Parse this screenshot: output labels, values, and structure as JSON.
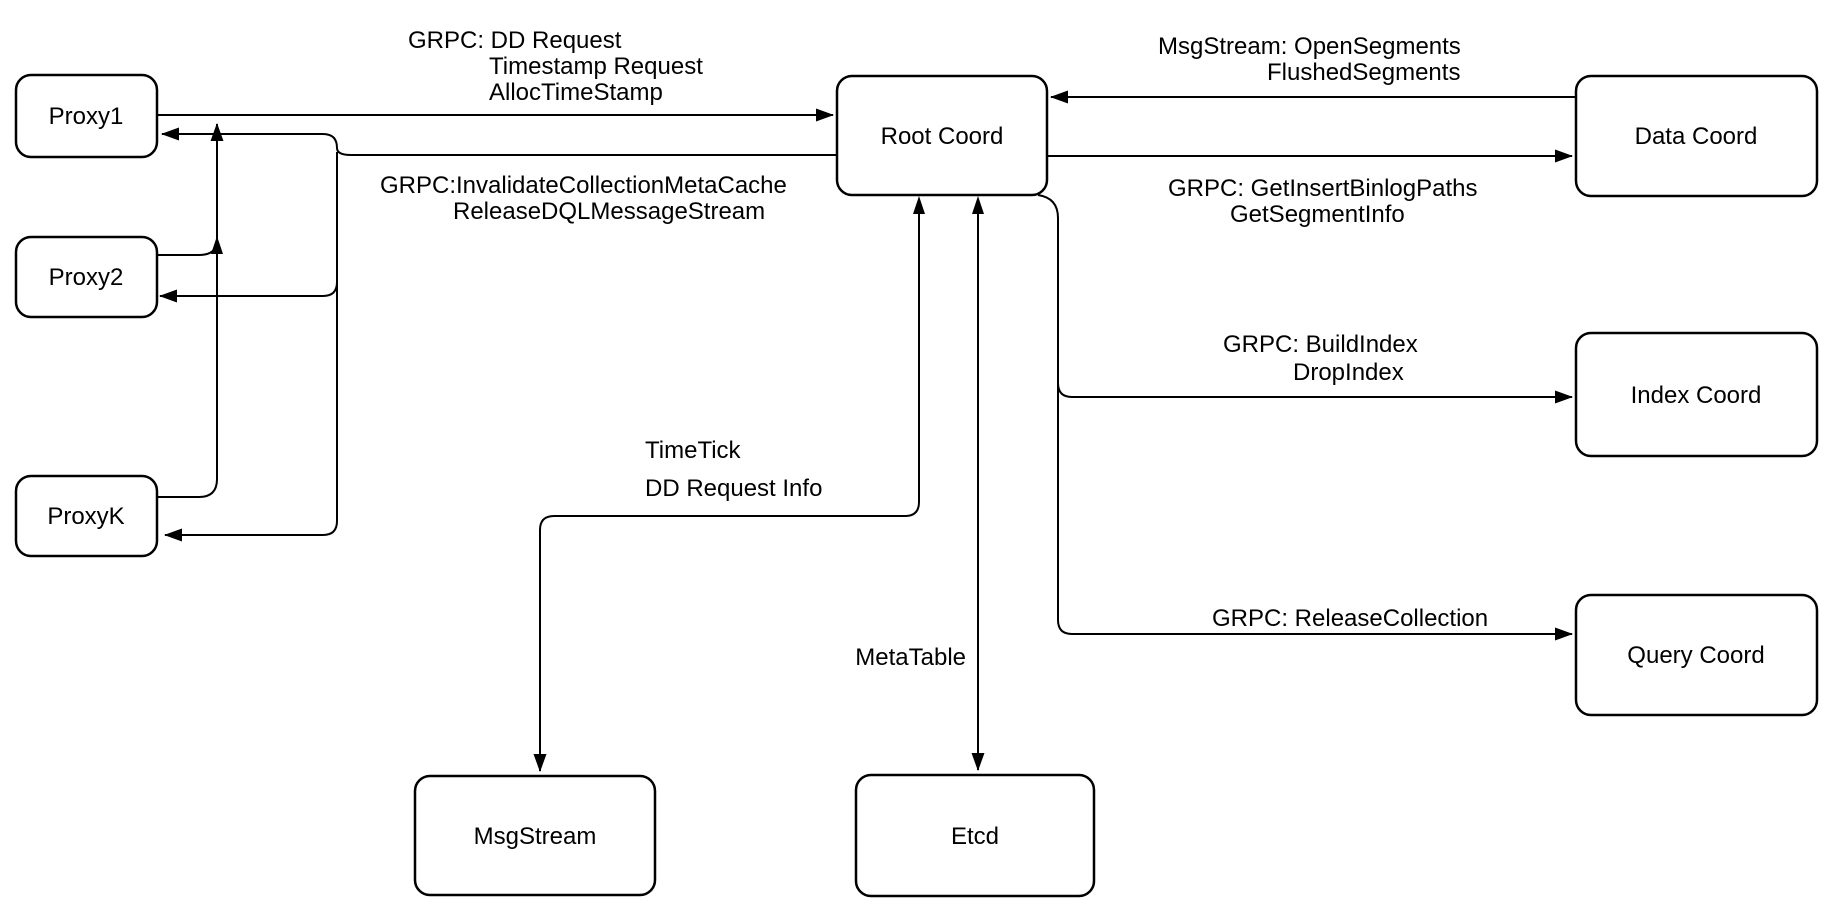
{
  "nodes": {
    "proxy1": {
      "label": "Proxy1"
    },
    "proxy2": {
      "label": "Proxy2"
    },
    "proxyk": {
      "label": "ProxyK"
    },
    "root_coord": {
      "label": "Root Coord"
    },
    "data_coord": {
      "label": "Data Coord"
    },
    "index_coord": {
      "label": "Index Coord"
    },
    "query_coord": {
      "label": "Query Coord"
    },
    "msg_stream": {
      "label": "MsgStream"
    },
    "etcd": {
      "label": "Etcd"
    }
  },
  "edges": {
    "proxies_to_root": {
      "labels": [
        "GRPC: DD Request",
        "Timestamp Request",
        "AllocTimeStamp"
      ]
    },
    "root_to_proxies": {
      "labels": [
        "GRPC:InvalidateCollectionMetaCache",
        "ReleaseDQLMessageStream"
      ]
    },
    "data_to_root": {
      "labels": [
        "MsgStream: OpenSegments",
        "FlushedSegments"
      ]
    },
    "root_to_data": {
      "labels": [
        "GRPC: GetInsertBinlogPaths",
        "GetSegmentInfo"
      ]
    },
    "root_to_index": {
      "labels": [
        "GRPC: BuildIndex",
        "DropIndex"
      ]
    },
    "root_to_query": {
      "labels": [
        "GRPC: ReleaseCollection"
      ]
    },
    "root_to_msgstream": {
      "labels": [
        "TimeTick",
        "DD Request Info"
      ]
    },
    "root_to_etcd": {
      "labels": [
        "MetaTable"
      ]
    }
  },
  "colors": {
    "background": "#ffffff",
    "line": "#000000",
    "node_fill": "#ffffff",
    "node_border": "#000000",
    "text": "#000000"
  }
}
